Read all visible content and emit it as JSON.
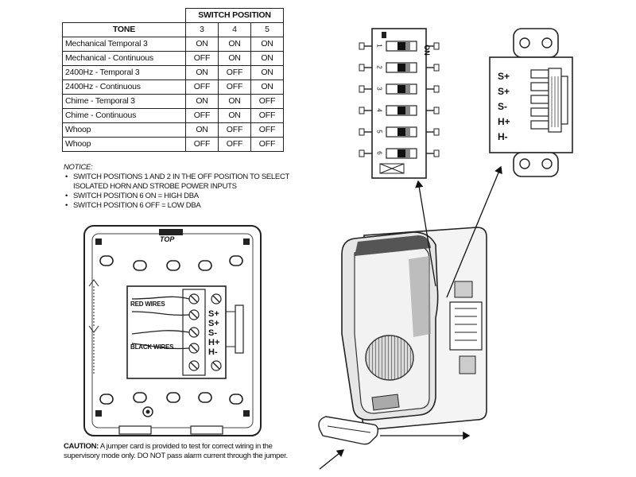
{
  "table": {
    "group_header": "SWITCH POSITION",
    "tone_header": "TONE",
    "columns": [
      "3",
      "4",
      "5"
    ],
    "rows": [
      {
        "tone": "Mechanical Temporal 3",
        "values": [
          "ON",
          "ON",
          "ON"
        ]
      },
      {
        "tone": "Mechanical - Continuous",
        "values": [
          "OFF",
          "ON",
          "ON"
        ]
      },
      {
        "tone": "2400Hz - Temporal 3",
        "values": [
          "ON",
          "OFF",
          "ON"
        ]
      },
      {
        "tone": "2400Hz - Continuous",
        "values": [
          "OFF",
          "OFF",
          "ON"
        ]
      },
      {
        "tone": "Chime - Temporal 3",
        "values": [
          "ON",
          "ON",
          "OFF"
        ]
      },
      {
        "tone": "Chime - Continuous",
        "values": [
          "OFF",
          "ON",
          "OFF"
        ]
      },
      {
        "tone": "Whoop",
        "values": [
          "ON",
          "OFF",
          "OFF"
        ]
      },
      {
        "tone": "Whoop",
        "values": [
          "OFF",
          "OFF",
          "OFF"
        ]
      }
    ]
  },
  "notice": {
    "title": "NOTICE:",
    "items": [
      "SWITCH POSITIONS 1 AND 2 IN THE OFF POSITION TO SELECT ISOLATED HORN AND STROBE POWER INPUTS",
      "SWITCH POSITION 6 ON = HIGH DBA",
      "SWITCH POSITION 6 OFF = LOW DBA"
    ]
  },
  "backplate": {
    "top_label": "TOP",
    "red_wires": "RED WIRES",
    "black_wires": "BLACK WIRES",
    "terminals": [
      "S+",
      "S+",
      "S-",
      "H+",
      "H-"
    ]
  },
  "dip_switch": {
    "on_label": "ON",
    "numbers": [
      "1",
      "2",
      "3",
      "4",
      "5",
      "6"
    ]
  },
  "terminal_block": {
    "labels": [
      "S+",
      "S+",
      "S-",
      "H+",
      "H-"
    ]
  },
  "caution": {
    "lead": "CAUTION:",
    "text": "A jumper card is provided to test for correct wiring in the supervisory mode only. DO NOT pass alarm current through the jumper."
  }
}
